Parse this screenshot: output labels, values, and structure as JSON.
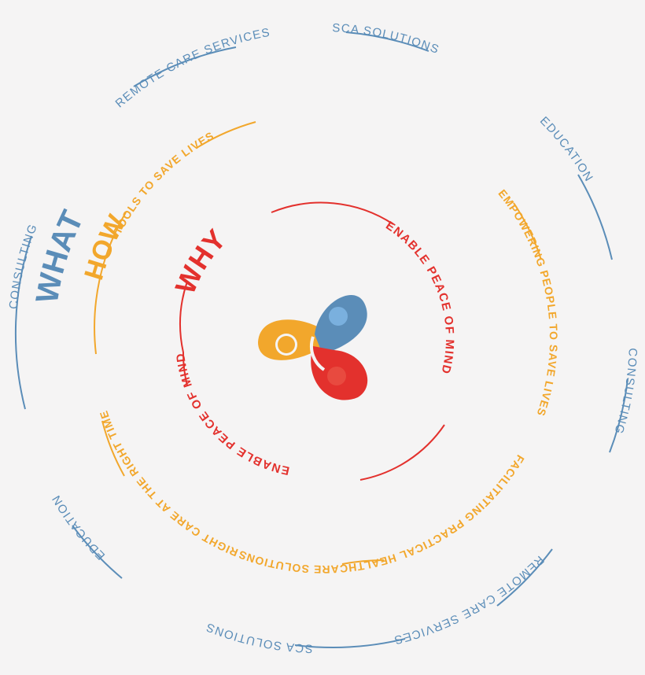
{
  "colors": {
    "what": "#5b8db8",
    "how": "#f2a72c",
    "why": "#e3312d",
    "background": "#f5f4f4"
  },
  "rings": {
    "what": {
      "heading": "WHAT",
      "labels": [
        "CONSULTING",
        "REMOTE CARE SERVICES",
        "SCA SOLUTIONS",
        "EDUCATION",
        "CONSULTING",
        "REMOTE CARE SERVICES",
        "SCA SOLUTIONS",
        "EDUCATION"
      ]
    },
    "how": {
      "heading": "HOW",
      "labels": [
        "EMPOWERING PEOPLE TO SAVE LIVES",
        "FACILITATING PRACTICAL HEALTHCARE SOLUTIONS",
        "RIGHT CARE AT THE RIGHT TIME",
        "TOOLS TO SAVE LIVES"
      ]
    },
    "why": {
      "heading": "WHY",
      "labels": [
        "ENABLE PEACE OF MIND",
        "ENABLE PEACE OF MIND"
      ]
    }
  },
  "logo": {
    "icon": "three-people-infinity-logo-icon"
  }
}
